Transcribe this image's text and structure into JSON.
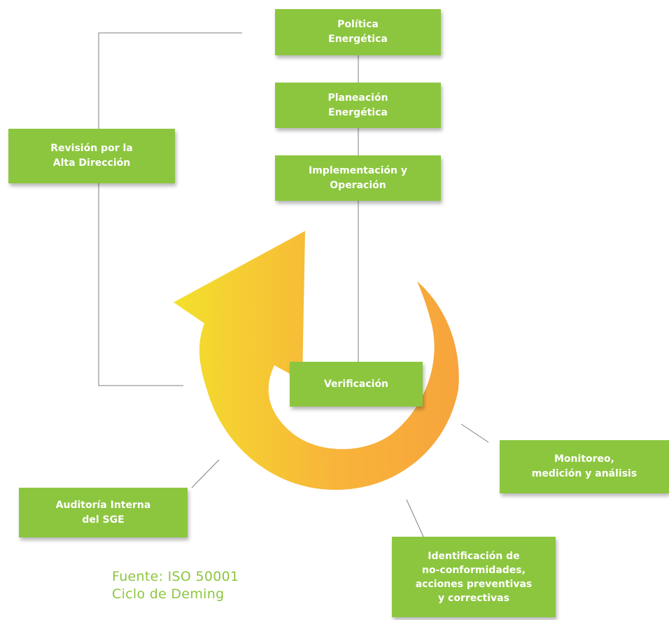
{
  "colors": {
    "box_fill": "#8cc63f",
    "box_text": "#ffffff",
    "connector": "#7f7f7f",
    "arrow_gradient": [
      "#f3e02c",
      "#f8b53a",
      "#f7a43c"
    ],
    "source_text": "#8cc63f"
  },
  "boxes": {
    "politica": "Política\nEnergética",
    "planeacion": "Planeación\nEnergética",
    "implementacion": "Implementación y\nOperación",
    "revision": "Revisión por la\nAlta Dirección",
    "verificacion": "Verificación",
    "monitoreo": "Monitoreo,\nmedición y análisis",
    "auditoria": "Auditoría Interna\ndel SGE",
    "identificacion": "Identificación de\nno-conformidades,\nacciones preventivas\ny correctivas"
  },
  "source": {
    "line1": "Fuente: ISO 50001",
    "line2": "Ciclo de Deming"
  }
}
